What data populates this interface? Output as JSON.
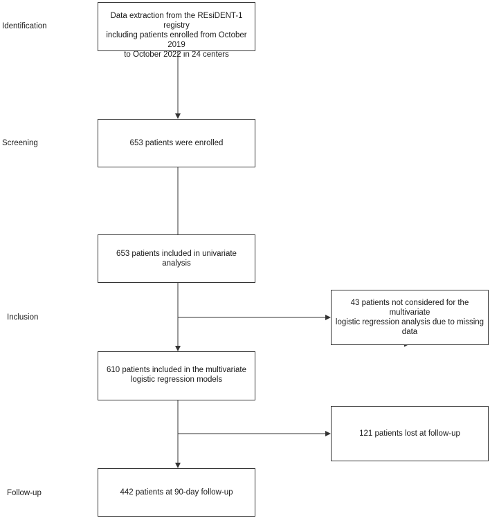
{
  "stages": {
    "identification": "Identification",
    "screening": "Screening",
    "inclusion": "Inclusion",
    "follow_up": "Follow-up"
  },
  "boxes": {
    "extraction": "Data extraction from the REsiDENT-1 registry\nincluding patients enrolled from October 2019\nto October 2022 in 24 centers",
    "enrolled": "653 patients were enrolled",
    "univariate": "653 patients included in univariate analysis",
    "excluded_missing": "43 patients not considered for the multivariate\nlogistic regression analysis due to missing\ndata",
    "multivariate": "610 patients included in the multivariate\nlogistic regression models",
    "lost_follow_up": "121 patients lost at follow-up",
    "followed_up": "442 patients  at 90-day follow-up"
  },
  "colors": {
    "line": "#333333",
    "text": "#1a1a1a",
    "background": "#ffffff"
  }
}
